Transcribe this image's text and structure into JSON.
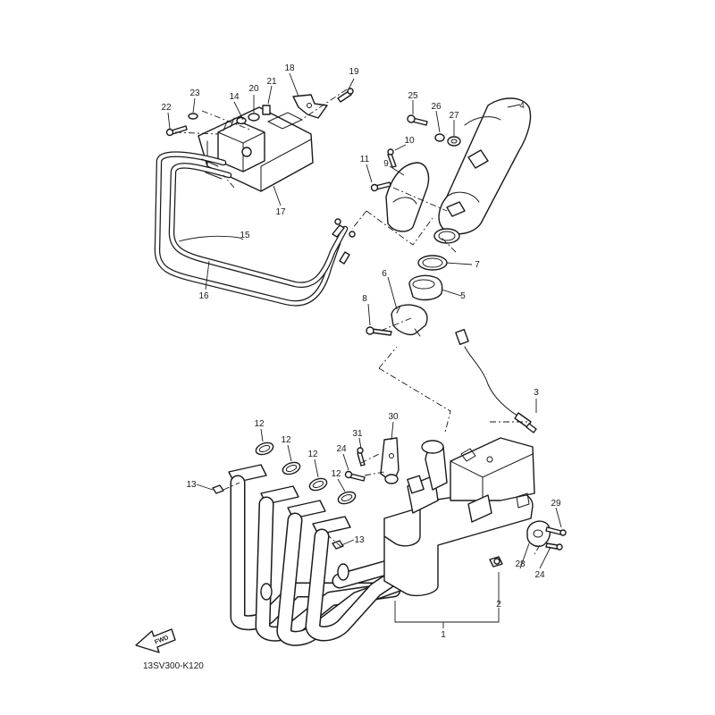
{
  "diagram": {
    "callouts": {
      "c1": "1",
      "c2": "2",
      "c3": "3",
      "c4": "4",
      "c5": "5",
      "c6": "6",
      "c7": "7",
      "c8": "8",
      "c9": "9",
      "c10": "10",
      "c11": "11",
      "c12a": "12",
      "c12b": "12",
      "c12c": "12",
      "c12d": "12",
      "c13a": "13",
      "c13b": "13",
      "c14": "14",
      "c15": "15",
      "c16": "16",
      "c17": "17",
      "c18": "18",
      "c19": "19",
      "c20": "20",
      "c21": "21",
      "c22": "22",
      "c23": "23",
      "c24a": "24",
      "c24b": "24",
      "c25": "25",
      "c26": "26",
      "c27": "27",
      "c28": "28",
      "c29": "29",
      "c30": "30",
      "c31": "31"
    },
    "fwd_label": "FWD",
    "drawing_code": "13SV300-K120"
  }
}
